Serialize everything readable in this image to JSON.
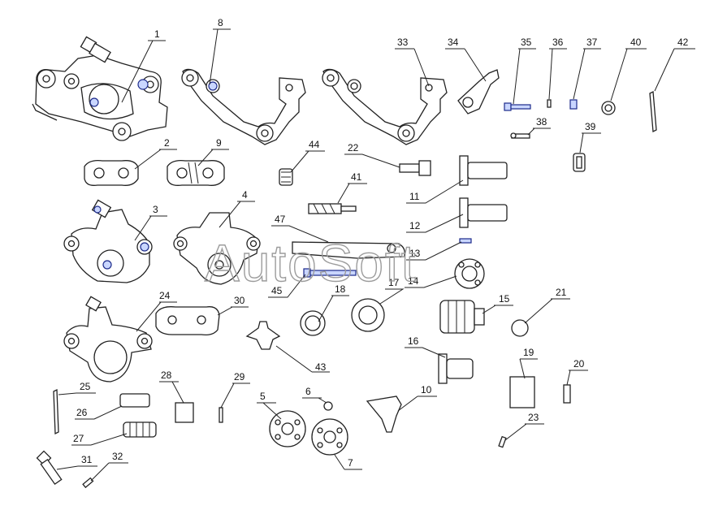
{
  "watermark": "AutoSoft",
  "callouts": [
    {
      "id": "c1",
      "text": "1"
    },
    {
      "id": "c2",
      "text": "2"
    },
    {
      "id": "c3",
      "text": "3"
    },
    {
      "id": "c4",
      "text": "4"
    },
    {
      "id": "c5",
      "text": "5"
    },
    {
      "id": "c6",
      "text": "6"
    },
    {
      "id": "c7",
      "text": "7"
    },
    {
      "id": "c8",
      "text": "8"
    },
    {
      "id": "c9",
      "text": "9"
    },
    {
      "id": "c10",
      "text": "10"
    },
    {
      "id": "c11",
      "text": "11"
    },
    {
      "id": "c12",
      "text": "12"
    },
    {
      "id": "c13",
      "text": "13"
    },
    {
      "id": "c14",
      "text": "14"
    },
    {
      "id": "c15",
      "text": "15"
    },
    {
      "id": "c16",
      "text": "16"
    },
    {
      "id": "c17",
      "text": "17"
    },
    {
      "id": "c18",
      "text": "18"
    },
    {
      "id": "c19",
      "text": "19"
    },
    {
      "id": "c20",
      "text": "20"
    },
    {
      "id": "c21",
      "text": "21"
    },
    {
      "id": "c22",
      "text": "22"
    },
    {
      "id": "c23",
      "text": "23"
    },
    {
      "id": "c24",
      "text": "24"
    },
    {
      "id": "c25",
      "text": "25"
    },
    {
      "id": "c26",
      "text": "26"
    },
    {
      "id": "c27",
      "text": "27"
    },
    {
      "id": "c28",
      "text": "28"
    },
    {
      "id": "c29",
      "text": "29"
    },
    {
      "id": "c30",
      "text": "30"
    },
    {
      "id": "c31",
      "text": "31"
    },
    {
      "id": "c32",
      "text": "32"
    },
    {
      "id": "c33",
      "text": "33"
    },
    {
      "id": "c34",
      "text": "34"
    },
    {
      "id": "c35",
      "text": "35"
    },
    {
      "id": "c36",
      "text": "36"
    },
    {
      "id": "c37",
      "text": "37"
    },
    {
      "id": "c38",
      "text": "38"
    },
    {
      "id": "c39",
      "text": "39"
    },
    {
      "id": "c40",
      "text": "40"
    },
    {
      "id": "c41",
      "text": "41"
    },
    {
      "id": "c42",
      "text": "42"
    },
    {
      "id": "c43",
      "text": "43"
    },
    {
      "id": "c44",
      "text": "44"
    },
    {
      "id": "c45",
      "text": "45"
    },
    {
      "id": "c47",
      "text": "47"
    }
  ]
}
